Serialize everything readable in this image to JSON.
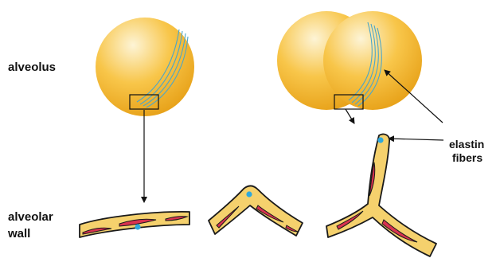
{
  "labels": {
    "alveolus": "alveolus",
    "alveolar_wall_line1": "alveolar",
    "alveolar_wall_line2": "wall",
    "elastin_line1": "elastin",
    "elastin_line2": "fibers"
  },
  "colors": {
    "sphere_light": "#fdf4d6",
    "sphere_mid": "#f8c64a",
    "sphere_dark": "#e3980c",
    "wall_fill": "#f5d16d",
    "wall_stroke": "#1a1a1a",
    "capillary_fill": "#d9324f",
    "nucleus": "#2fa8dd",
    "fiber": "#4ba6c9",
    "arrow": "#111111"
  }
}
